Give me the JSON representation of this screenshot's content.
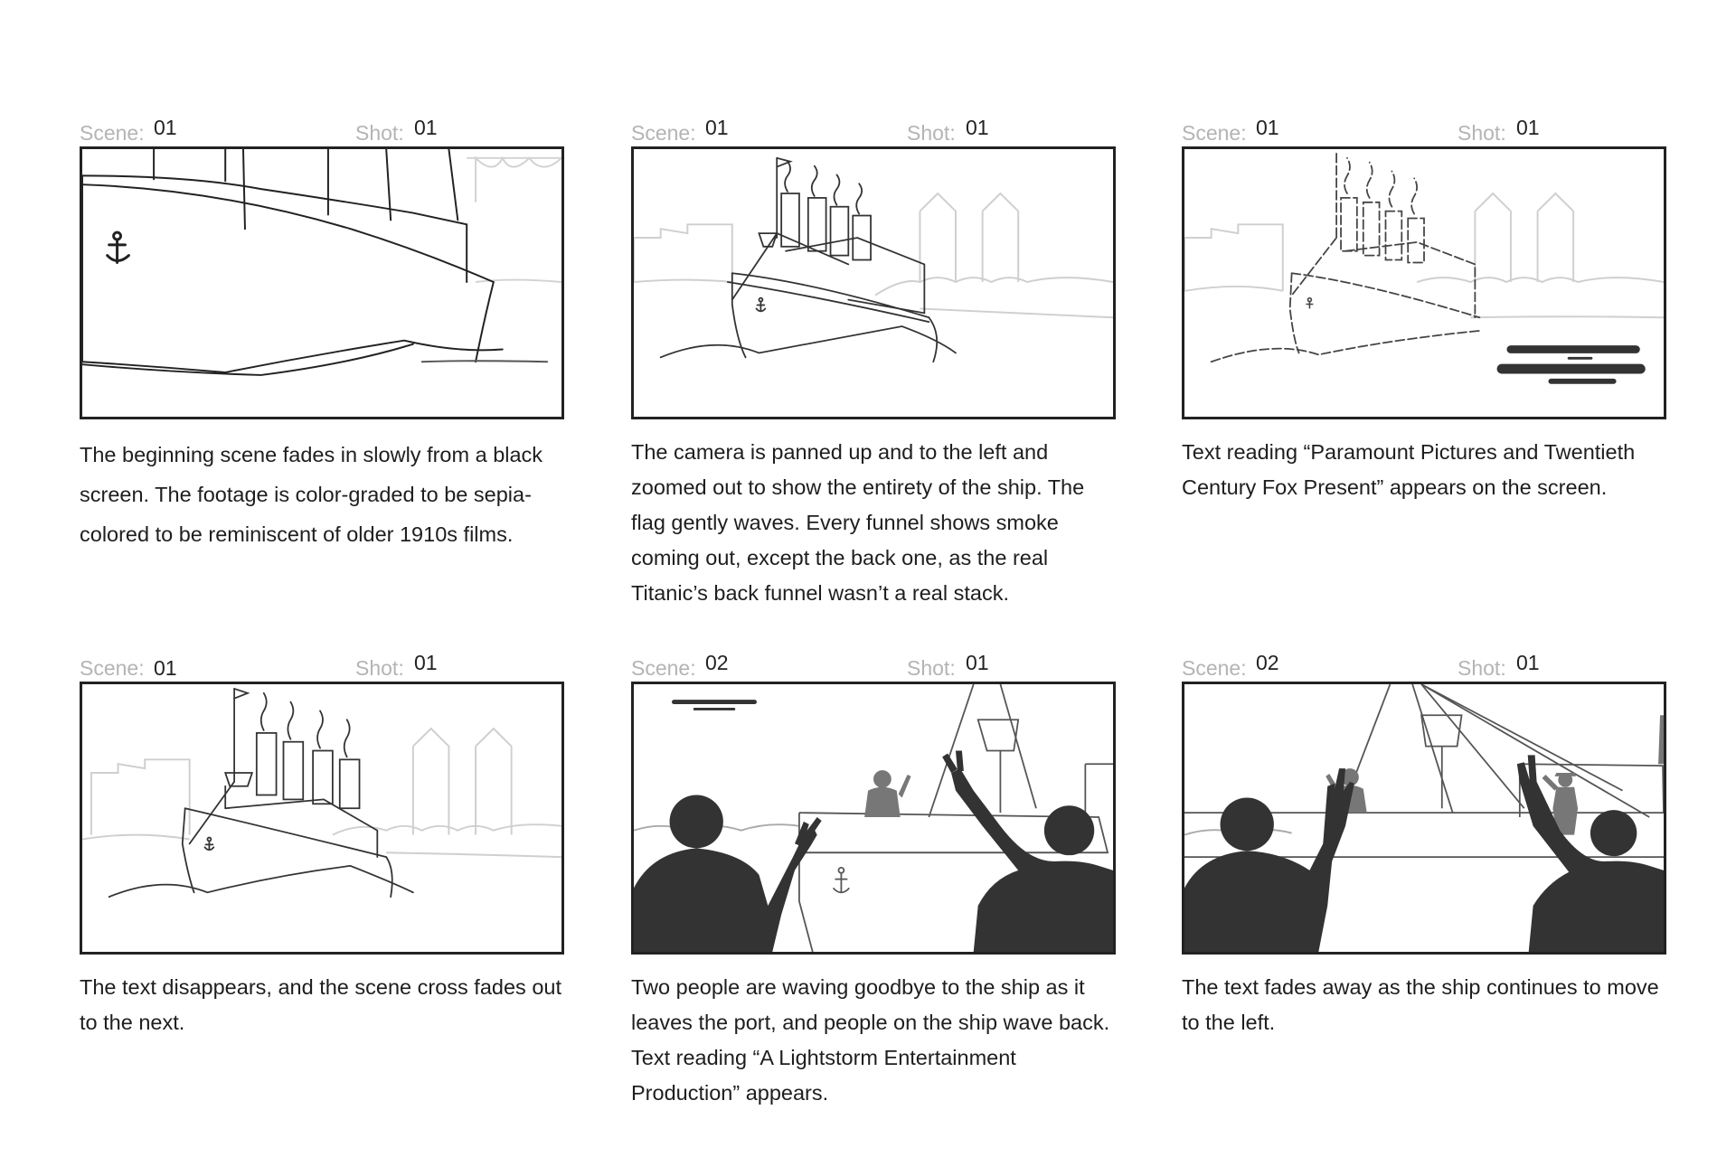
{
  "labels": {
    "scene": "Scene:",
    "shot": "Shot:"
  },
  "panels": [
    {
      "scene": "01",
      "shot": "01",
      "caption": "The beginning scene fades in slowly from a black screen. The footage is color-graded to be sepia-colored to be reminiscent of older 1910s films."
    },
    {
      "scene": "01",
      "shot": "01",
      "caption": "The camera is panned up and to the left and zoomed out to show the entirety of the ship. The flag gently waves. Every funnel shows smoke coming out, except the back one, as the real Titanic’s back funnel wasn’t a real stack."
    },
    {
      "scene": "01",
      "shot": "01",
      "caption": "Text reading “Paramount Pictures and Twentieth Century Fox Present” appears on the screen."
    },
    {
      "scene": "01",
      "shot": "01",
      "caption": "The text disappears, and the scene cross fades out to the next."
    },
    {
      "scene": "02",
      "shot": "01",
      "caption": "Two people are waving goodbye to the ship as it leaves the port, and people on the ship wave back. Text reading “A Lightstorm Entertainment Production” appears."
    },
    {
      "scene": "02",
      "shot": "01",
      "caption": "The text fades away as the ship continues to move to the left."
    }
  ]
}
